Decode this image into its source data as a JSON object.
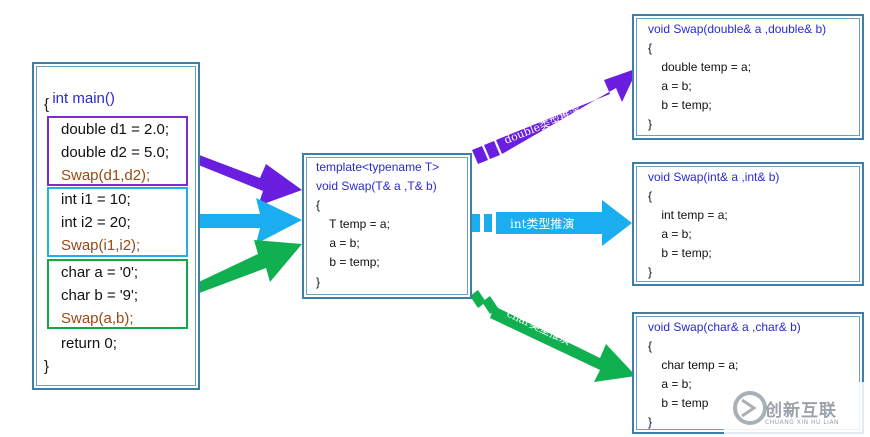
{
  "main_code": {
    "header": "int main()",
    "open_brace": "{",
    "double_group": [
      "double d1 = 2.0;",
      "double d2 = 5.0;",
      "Swap(d1,d2);"
    ],
    "int_group": [
      "int i1 = 10;",
      "int i2 = 20;",
      "Swap(i1,i2);"
    ],
    "char_group": [
      "char a = '0';",
      "char b = '9';",
      "Swap(a,b);"
    ],
    "return_line": "return 0;",
    "close_brace": "}"
  },
  "template_code": [
    "template<typename T>",
    "void Swap(T& a ,T& b)",
    "{",
    "    T temp = a;",
    "    a = b;",
    "    b = temp;",
    "}"
  ],
  "double_code": [
    "void Swap(double& a ,double& b)",
    "{",
    "    double temp = a;",
    "    a = b;",
    "    b = temp;",
    "}"
  ],
  "int_code": [
    "void Swap(int& a ,int& b)",
    "{",
    "    int temp = a;",
    "    a = b;",
    "    b = temp;",
    "}"
  ],
  "char_code": [
    "void Swap(char& a ,char& b)",
    "{",
    "    char temp = a;",
    "    a = b;",
    "    b = temp",
    "}"
  ],
  "arrow_labels": {
    "double": "double类型推演",
    "int": "int类型推演",
    "char": "char类型推演"
  },
  "watermark": {
    "text": "创新互联",
    "subtext": "CHUANG XIN HU LIAN"
  },
  "colors": {
    "box_border": "#3c7fa8",
    "double_group": "#7a2bd6",
    "int_group": "#1fb0e6",
    "char_group": "#12a84a",
    "double_arrow": "#6a1fe0",
    "int_arrow": "#1aaef0",
    "char_arrow": "#10b050"
  }
}
